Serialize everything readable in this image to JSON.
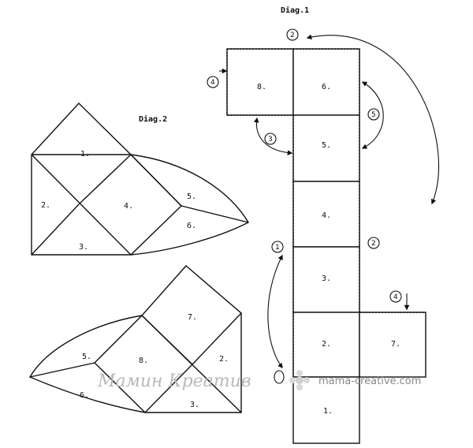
{
  "diag1": {
    "title": "Diag.1",
    "squares": [
      "8.",
      "6.",
      "5.",
      "4.",
      "3.",
      "2.",
      "7.",
      "1."
    ],
    "steps": [
      "2",
      "4",
      "5",
      "3",
      "2",
      "1",
      "4"
    ]
  },
  "diag2": {
    "title": "Diag.2",
    "pieces": [
      "1.",
      "2.",
      "4.",
      "5.",
      "6.",
      "3."
    ]
  },
  "diag3": {
    "pieces": [
      "7.",
      "5.",
      "8.",
      "2.",
      "6.",
      "3."
    ]
  },
  "watermark": {
    "script": "Мамин Креатив",
    "url": "mama-creative.com"
  },
  "colors": {
    "ink": "#111111",
    "watermark": "#8a8a8a"
  }
}
